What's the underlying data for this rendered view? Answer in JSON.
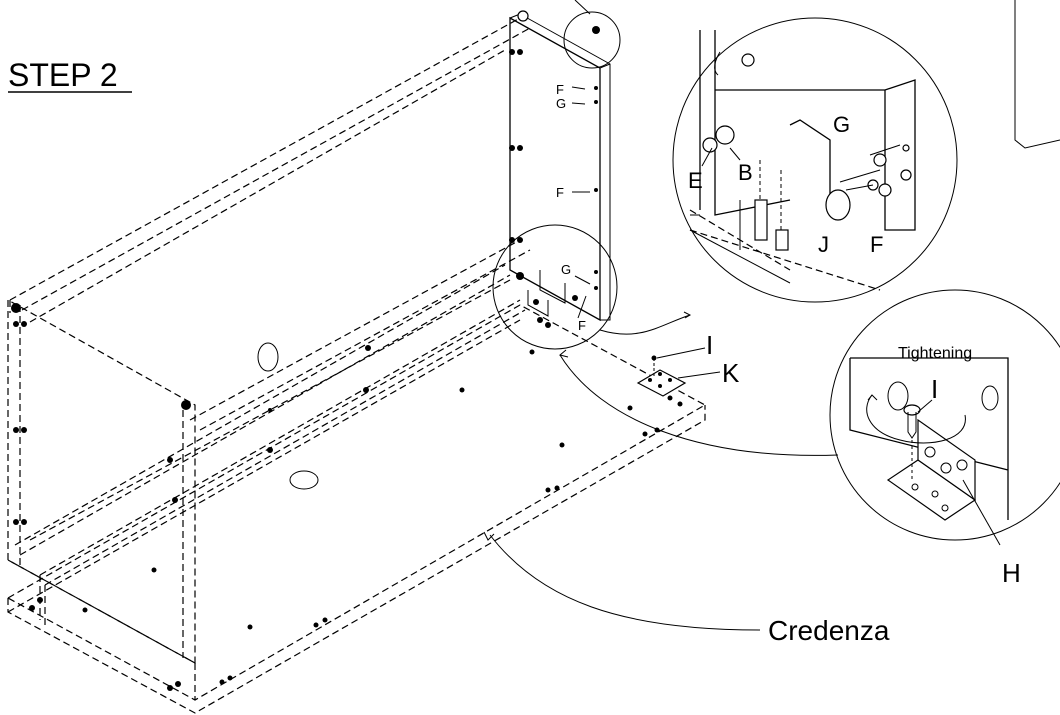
{
  "step_title": "STEP 2",
  "product_label": "Credenza",
  "panel_labels": {
    "f_top": "F",
    "g_top": "G",
    "f_mid": "F",
    "g_low": "G",
    "f_low": "F"
  },
  "detail_top_labels": {
    "e": "E",
    "b": "B",
    "g": "G",
    "j": "J",
    "f": "F"
  },
  "bracket_labels": {
    "i": "I",
    "k": "K"
  },
  "detail_bracket": {
    "tightening": "Tightening",
    "i": "I",
    "h": "H"
  }
}
